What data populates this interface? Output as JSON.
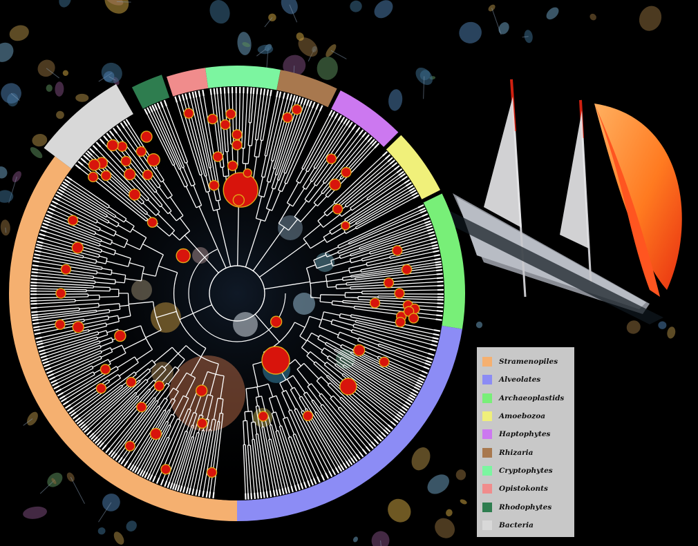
{
  "legend": {
    "items": [
      {
        "label": "Stramenopiles",
        "color": "#f5b070"
      },
      {
        "label": "Alveolates",
        "color": "#8c8cf5"
      },
      {
        "label": "Archaeoplastids",
        "color": "#78ef78"
      },
      {
        "label": "Amoebozoa",
        "color": "#f0f07a"
      },
      {
        "label": "Haptophytes",
        "color": "#cc78f0"
      },
      {
        "label": "Rhizaria",
        "color": "#a8784e"
      },
      {
        "label": "Cryptophytes",
        "color": "#7cf5a0"
      },
      {
        "label": "Opistokonts",
        "color": "#f08c8c"
      },
      {
        "label": "Rhodophytes",
        "color": "#2e7d4f"
      },
      {
        "label": "Bacteria",
        "color": "#d8d8d8"
      }
    ]
  },
  "tree": {
    "branch_color": "#ffffff",
    "node_color": "#d8140c",
    "node_outline": "#e0a818"
  }
}
